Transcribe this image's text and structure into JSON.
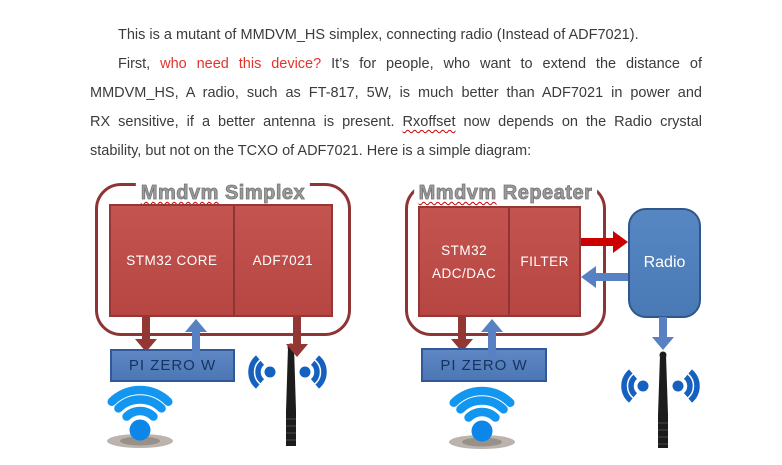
{
  "document": {
    "line1": "This is a mutant of MMDVM_HS simplex, connecting radio (Instead of ADF7021).",
    "line2_prefix": "First, ",
    "line2_red": "who need this device?",
    "line2_suffix": " It’s for people, who want to extend the distance of",
    "line3": "MMDVM_HS, A radio, such as FT-817, 5W, is much better than ADF7021 in power and",
    "line4_prefix": "RX sensitive, if a better antenna is present. ",
    "line4_misspelled": "Rxoffset",
    "line4_suffix": " now depends on the Radio crystal",
    "line5": "stability, but not on the TCXO of ADF7021. Here is a simple diagram:"
  },
  "diagram": {
    "simplex": {
      "title_word": "Mmdvm",
      "title_rest": " Simplex",
      "cell_left": "STM32 CORE",
      "cell_right": "ADF7021",
      "pi_label": "PI ZERO W"
    },
    "repeater": {
      "title_word": "Mmdvm",
      "title_rest": " Repeater",
      "cell_left_line1": "STM32",
      "cell_left_line2": "ADC/DAC",
      "cell_right": "FILTER",
      "pi_label": "PI ZERO W",
      "radio_label": "Radio"
    },
    "colors": {
      "text_dark": "#3B3B3B",
      "text_red": "#E2342C",
      "squiggle": "#C80000",
      "title_gray": "#9C9C9C",
      "title_stroke": "#747474",
      "frame_border": "#8E3434",
      "box_red": "#BE4B48",
      "box_red_border": "#953734",
      "box_text": "#FFFFFF",
      "arrow_dark_red": "#943634",
      "arrow_blue": "#5781C2",
      "arrow_bright_red": "#CC0000",
      "pi_fill": "#537CBB",
      "pi_border": "#30599A",
      "pi_text": "#16345F",
      "radio_fill": "#4E80BD",
      "radio_border": "#2F578C",
      "radio_text": "#FFFFFF",
      "wifi_blue": "#1296F0",
      "wifi_dot": "#0D86E9",
      "wifi_shadow": "#AFA69F",
      "signal_blue": "#1661C0",
      "antenna_black": "#1C1C1C"
    }
  }
}
